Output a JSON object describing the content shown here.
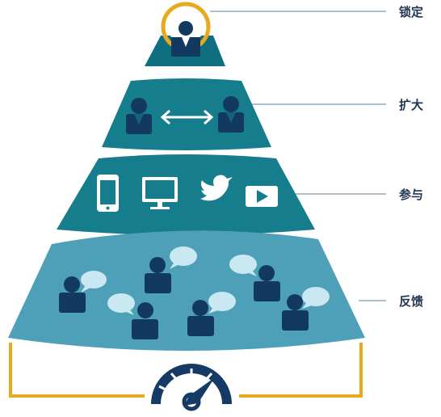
{
  "pyramid": {
    "levels": [
      {
        "key": "lock",
        "label": "锁定",
        "icons": [
          "target-person-icon"
        ]
      },
      {
        "key": "expand",
        "label": "扩大",
        "icons": [
          "person-icon",
          "double-arrow-icon",
          "person-icon"
        ]
      },
      {
        "key": "engage",
        "label": "参与",
        "icons": [
          "smartphone-icon",
          "monitor-icon",
          "twitter-bird-icon",
          "video-play-icon"
        ]
      },
      {
        "key": "feedback",
        "label": "反馈",
        "icons": [
          "person-with-speech-bubble-icon"
        ]
      }
    ],
    "base_icon": "speedometer-gauge-icon",
    "colors": {
      "tier_dark": "#0f6f80",
      "tier_mid": "#157d8c",
      "tier_base": "#4ea0b8",
      "person": "#123a60",
      "bubble": "#c9e8f2",
      "accent_ring": "#e9a91d",
      "bracket": "#e9a91d",
      "gauge": "#153a63",
      "label": "#1f3550"
    }
  }
}
